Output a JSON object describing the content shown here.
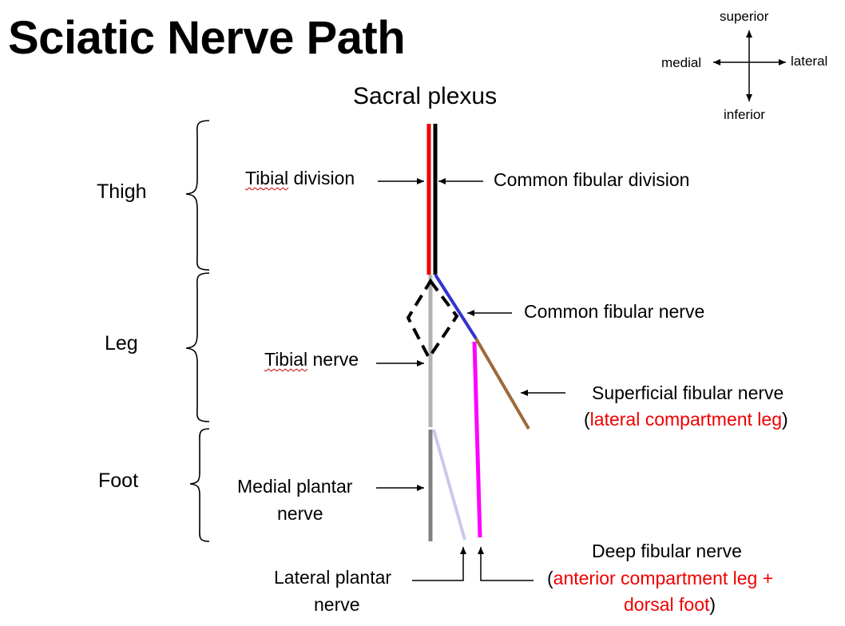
{
  "title": "Sciatic Nerve Path",
  "origin": "Sacral plexus",
  "compass": {
    "superior": "superior",
    "inferior": "inferior",
    "medial": "medial",
    "lateral": "lateral"
  },
  "regions": {
    "thigh": "Thigh",
    "leg": "Leg",
    "foot": "Foot"
  },
  "labels": {
    "tibial_division_word": "Tibial",
    "tibial_division_rest": " division",
    "common_fibular_division": "Common fibular division",
    "common_fibular_nerve": "Common fibular nerve",
    "tibial_nerve_word": "Tibial",
    "tibial_nerve_rest": " nerve",
    "superficial_fibular": {
      "name": "Superficial fibular nerve",
      "open": "(",
      "target": "lateral compartment leg",
      "close": ")"
    },
    "medial_plantar": {
      "line1": "Medial plantar",
      "line2": "nerve"
    },
    "lateral_plantar": {
      "line1": "Lateral plantar",
      "line2": "nerve"
    },
    "deep_fibular": {
      "name": "Deep fibular nerve",
      "open": "(",
      "target_line1": "anterior compartment leg +",
      "target_line2": "dorsal foot",
      "close": ")"
    }
  },
  "colors": {
    "tibial_division": "#ee0000",
    "common_fibular_division": "#000000",
    "common_fibular_nerve": "#3333cc",
    "tibial_nerve": "#b3b3b3",
    "superficial_fibular_nerve": "#9c6a3a",
    "deep_fibular_nerve": "#ff00ff",
    "medial_plantar_nerve": "#808080",
    "lateral_plantar_nerve": "#c8c8f0",
    "emphasis_text": "#ee0000"
  }
}
